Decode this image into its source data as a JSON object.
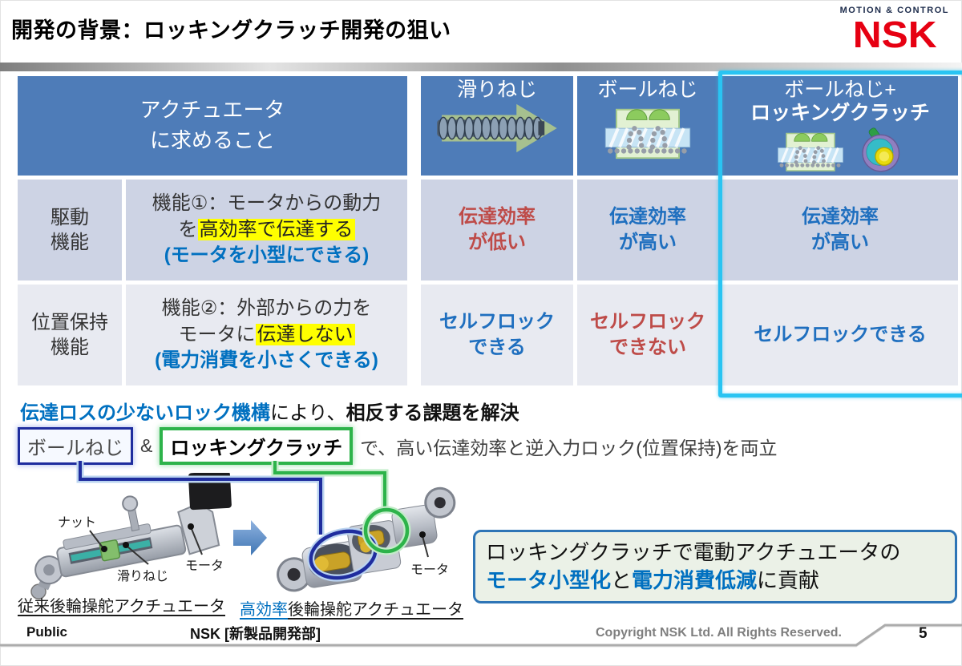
{
  "header": {
    "title": "開発の背景：ロッキングクラッチ開発の狙い",
    "logo_tagline": "MOTION & CONTROL",
    "logo_brand": "NSK"
  },
  "left_table": {
    "header": "アクチュエータ\nに求めること",
    "rows": [
      {
        "label": "駆動\n機能",
        "line1": "機能①：モータからの動力",
        "line2_pre": "を",
        "line2_highlight": "高効率で伝達する",
        "line3": "(モータを小型にできる)"
      },
      {
        "label": "位置保持\n機能",
        "line1": "機能②：外部からの力を",
        "line2_pre": "モータに",
        "line2_highlight": "伝達しない",
        "line3": "(電力消費を小さくできる)"
      }
    ]
  },
  "right_table": {
    "columns": [
      {
        "title": "滑りねじ",
        "row1": "伝達効率\nが低い",
        "row2": "セルフロック\nできる"
      },
      {
        "title": "ボールねじ",
        "row1": "伝達効率\nが高い",
        "row2": "セルフロック\nできない"
      },
      {
        "title_line1": "ボールねじ+",
        "title_line2": "ロッキングクラッチ",
        "row1": "伝達効率\nが高い",
        "row2": "セルフロックできる"
      }
    ]
  },
  "summary": {
    "line1_emphasis": "伝達ロスの少ないロック機構",
    "line1_connector": "により、",
    "line1_bold": "相反する課題を解決",
    "ballscrew_box": "ボールねじ",
    "ampersand": "&",
    "clutch_box": "ロッキングクラッチ",
    "line2_rest": "で、高い伝達効率と逆入力ロック(位置保持)を両立"
  },
  "diagram": {
    "label_nut": "ナット",
    "label_slide_screw": "滑りねじ",
    "label_motor_left": "モータ",
    "label_motor_right": "モータ",
    "caption_left": "従来後輪操舵アクチュエータ",
    "caption_right_highlight": "高効率",
    "caption_right_rest": "後輪操舵アクチュエータ"
  },
  "callout": {
    "line1": "ロッキングクラッチで電動アクチュエータの",
    "emphasis1": "モータ小型化",
    "connector": "と",
    "emphasis2": "電力消費低減",
    "tail": "に貢献"
  },
  "footer": {
    "classification": "Public",
    "department": "NSK [新製品開発部]",
    "copyright": "Copyright NSK Ltd. All Rights Reserved.",
    "page_number": "5"
  },
  "icons": {
    "col1": "lead-screw-icon",
    "col2": "ball-screw-icon",
    "col3a": "ball-screw-icon",
    "col3b": "locking-clutch-icon",
    "transition": "right-arrow-icon"
  },
  "colors": {
    "header_blue": "#4E7CB8",
    "row_dark": "#CDD3E4",
    "row_light": "#E8EAF1",
    "text_blue": "#1F6FBF",
    "text_red": "#BE4B48",
    "accent_blue": "#0070C0",
    "highlight_yellow": "#FFFF00",
    "cyan_border": "#29C4F2",
    "green": "#2DB34A",
    "navy": "#1F2D9E",
    "nsk_red": "#E60012"
  }
}
